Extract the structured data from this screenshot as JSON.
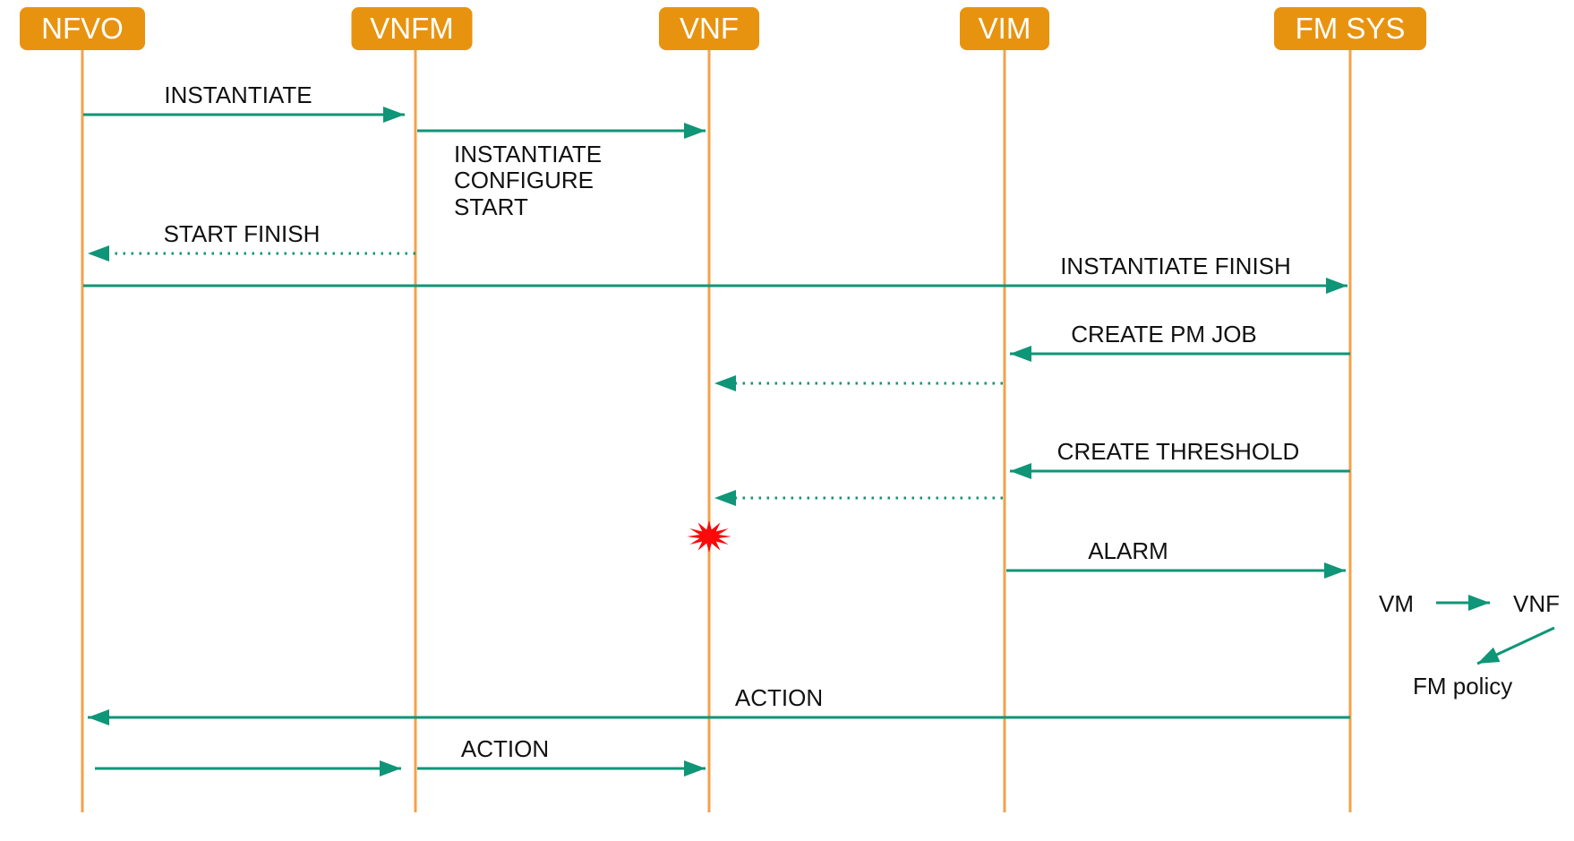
{
  "diagram_type": "sequence-diagram",
  "actors": [
    {
      "id": "nfvo",
      "label": "NFVO"
    },
    {
      "id": "vnfm",
      "label": "VNFM"
    },
    {
      "id": "vnf",
      "label": "VNF"
    },
    {
      "id": "vim",
      "label": "VIM"
    },
    {
      "id": "fmsys",
      "label": "FM SYS"
    }
  ],
  "messages": [
    {
      "from": "NFVO",
      "to": "VNFM",
      "label": "INSTANTIATE",
      "style": "solid"
    },
    {
      "from": "VNFM",
      "to": "VNF",
      "label": "INSTANTIATE\nCONFIGURE\nSTART",
      "style": "solid"
    },
    {
      "from": "VNFM",
      "to": "NFVO",
      "label": "START FINISH",
      "style": "dotted"
    },
    {
      "from": "NFVO",
      "to": "FM SYS",
      "label": "INSTANTIATE FINISH",
      "style": "solid"
    },
    {
      "from": "FM SYS",
      "to": "VIM",
      "label": "CREATE PM JOB",
      "style": "solid"
    },
    {
      "from": "VIM",
      "to": "VNF",
      "label": "",
      "style": "dotted"
    },
    {
      "from": "FM SYS",
      "to": "VIM",
      "label": "CREATE THRESHOLD",
      "style": "solid"
    },
    {
      "from": "VIM",
      "to": "VNF",
      "label": "",
      "style": "dotted"
    },
    {
      "from": "VIM",
      "to": "FM SYS",
      "label": "ALARM",
      "style": "solid"
    },
    {
      "from": "FM SYS",
      "to": "NFVO",
      "label": "ACTION",
      "style": "solid"
    },
    {
      "from": "NFVO",
      "to": "VNFM",
      "label": "",
      "style": "solid"
    },
    {
      "from": "VNFM",
      "to": "VNF",
      "label": "ACTION",
      "style": "solid"
    }
  ],
  "event_marker": {
    "on": "VNF",
    "type": "error-burst"
  },
  "annotation": {
    "vm_label": "VM",
    "vnf_label": "VNF",
    "fm_policy_label": "FM policy"
  },
  "colors": {
    "actor_fill": "#E8930F",
    "lifeline": "#F5A14B",
    "arrow": "#0F9577",
    "event": "#FA0A0A",
    "text": "#111111"
  }
}
